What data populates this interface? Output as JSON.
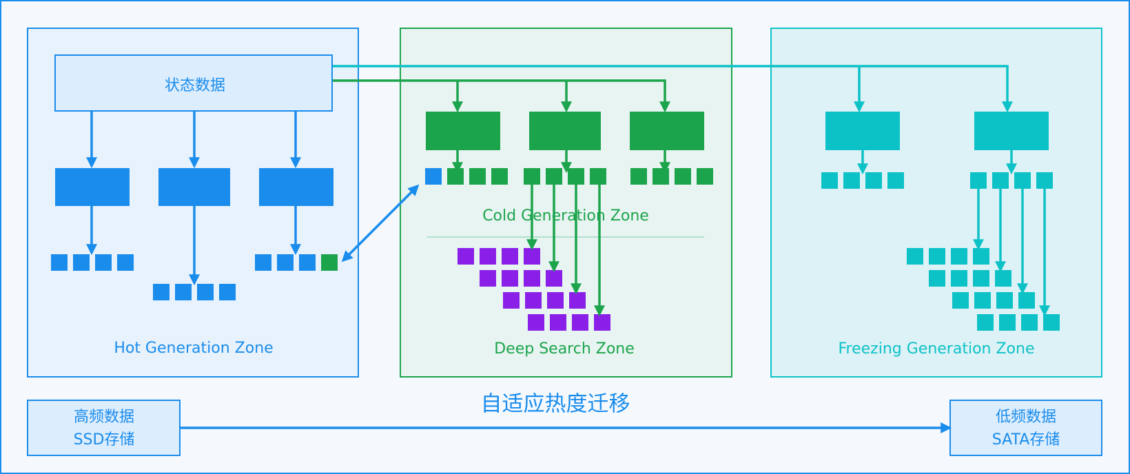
{
  "colors": {
    "hot": "#1a8cec",
    "cold": "#1ca44c",
    "freezing": "#0cc2c7",
    "deep": "#8a20e8",
    "frame": "#1a8cec",
    "canvas_bg": "#f5f9fe"
  },
  "state_data": {
    "label": "状态数据"
  },
  "zones": {
    "hot": {
      "label": "Hot Generation Zone"
    },
    "cold": {
      "label": "Cold Generation Zone"
    },
    "deep": {
      "label": "Deep Search Zone"
    },
    "freezing": {
      "label": "Freezing Generation Zone"
    }
  },
  "migration": {
    "label": "自适应热度迁移"
  },
  "storage": {
    "high": {
      "line1": "高频数据",
      "line2": "SSD存储"
    },
    "low": {
      "line1": "低频数据",
      "line2": "SATA存储"
    }
  }
}
